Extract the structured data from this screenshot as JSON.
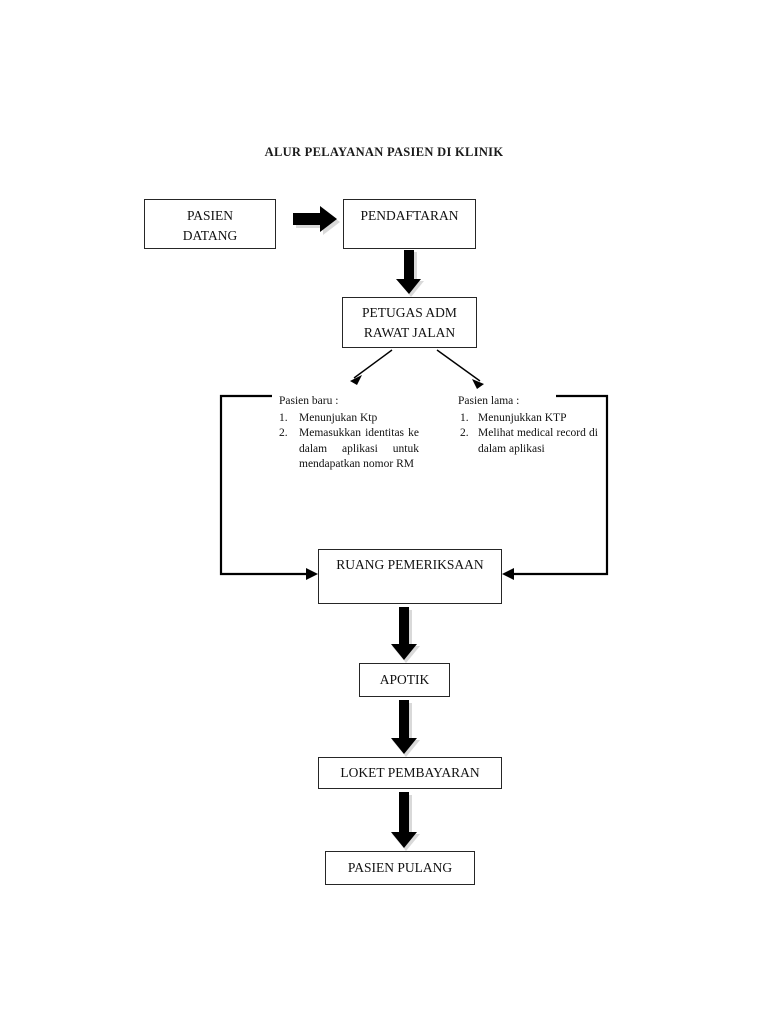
{
  "title": "ALUR PELAYANAN PASIEN DI KLINIK",
  "nodes": {
    "pasien_datang": {
      "line1": "PASIEN",
      "line2": "DATANG"
    },
    "pendaftaran": {
      "line1": "PENDAFTARAN"
    },
    "petugas_adm": {
      "line1": "PETUGAS ADM",
      "line2": "RAWAT JALAN"
    },
    "ruang_pemeriksaan": {
      "line1": "RUANG PEMERIKSAAN"
    },
    "apotik": {
      "line1": "APOTIK"
    },
    "loket_pembayaran": {
      "line1": "LOKET PEMBAYARAN"
    },
    "pasien_pulang": {
      "line1": "PASIEN PULANG"
    }
  },
  "branches": {
    "new_patient": {
      "heading": "Pasien baru :",
      "items": [
        {
          "num": "1.",
          "text": "Menunjukan Ktp"
        },
        {
          "num": "2.",
          "text": "Memasukkan identitas ke dalam aplikasi untuk mendapatkan nomor RM"
        }
      ]
    },
    "old_patient": {
      "heading": "Pasien lama :",
      "items": [
        {
          "num": "1.",
          "text": "Menunjukkan KTP"
        },
        {
          "num": "2.",
          "text": "Melihat medical record di dalam aplikasi"
        }
      ]
    }
  },
  "connectors": {
    "arrow_pasien_to_pendaftaran": "right-block-arrow",
    "arrow_pendaftaran_to_petugas": "down-block-arrow",
    "arrow_petugas_to_baru": "diagonal-arrow-left",
    "arrow_petugas_to_lama": "diagonal-arrow-right",
    "bracket_left_to_ruang": "elbow-arrow-left",
    "bracket_right_to_ruang": "elbow-arrow-right",
    "arrow_ruang_to_apotik": "down-block-arrow",
    "arrow_apotik_to_loket": "down-block-arrow",
    "arrow_loket_to_pulang": "down-block-arrow"
  },
  "colors": {
    "stroke": "#262626",
    "arrow_fill": "#000000",
    "arrow_shadow": "#d9d9d9",
    "background": "#ffffff",
    "text": "#111111"
  }
}
